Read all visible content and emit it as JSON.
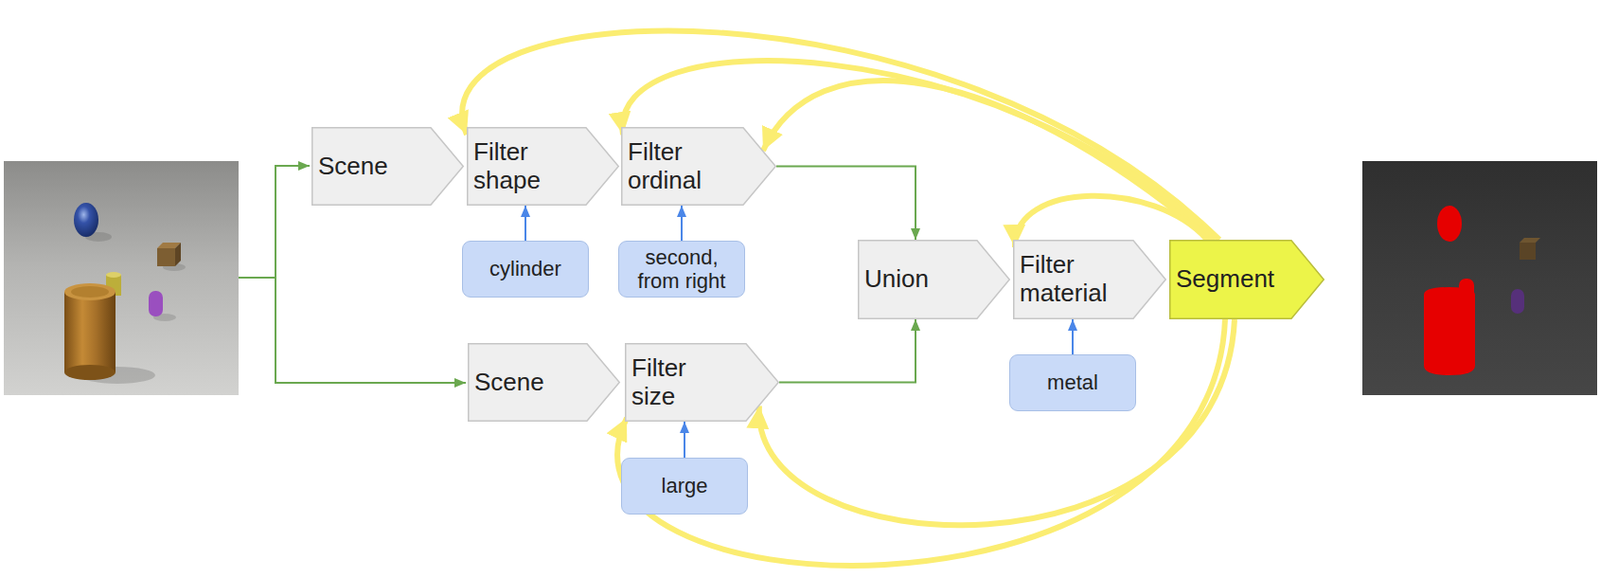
{
  "diagram": {
    "nodes": [
      {
        "text": [
          "Scene"
        ]
      },
      {
        "text": [
          "Filter shape"
        ]
      },
      {
        "text": [
          "Filter ordinal"
        ]
      },
      {
        "text": [
          "cylinder"
        ]
      },
      {
        "text": [
          "second, from right"
        ]
      },
      {
        "text": [
          "Union"
        ]
      },
      {
        "text": [
          "Filter material"
        ]
      },
      {
        "text": [
          "Segment"
        ]
      },
      {
        "text": [
          "metal"
        ]
      },
      {
        "text": [
          "Scene"
        ]
      },
      {
        "text": [
          "Filter size"
        ]
      },
      {
        "text": [
          "large"
        ]
      }
    ],
    "edges": [
      {
        "from": 3,
        "to": 1,
        "arrow": "to"
      },
      {
        "from": 4,
        "to": 2,
        "arrow": "to"
      },
      {
        "from": 2,
        "to": 5,
        "arrow": "to"
      },
      {
        "from": 8,
        "to": 6,
        "arrow": "to"
      },
      {
        "from": 10,
        "to": 5,
        "arrow": "to"
      },
      {
        "from": 11,
        "to": 10,
        "arrow": "to"
      },
      {
        "from": 7,
        "to": 1,
        "arrow": "to"
      },
      {
        "from": 7,
        "to": 2,
        "arrow": "to"
      },
      {
        "from": 7,
        "to": 2,
        "arrow": "to"
      },
      {
        "from": 7,
        "to": 6,
        "arrow": "to"
      },
      {
        "from": 7,
        "to": 10,
        "arrow": "to"
      },
      {
        "from": 7,
        "to": 10,
        "arrow": "to"
      }
    ]
  }
}
